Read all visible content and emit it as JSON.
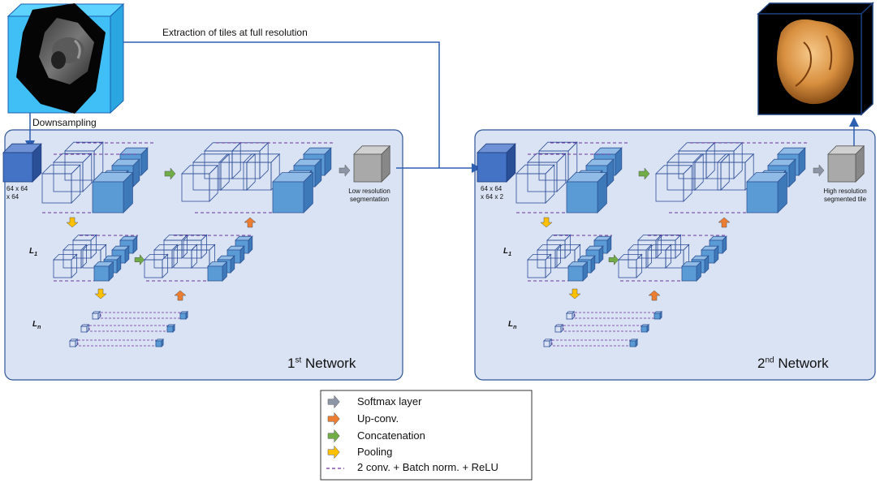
{
  "labels": {
    "extraction": "Extraction of tiles at full resolution",
    "downsampling": "Downsampling"
  },
  "networks": [
    {
      "sup": "st",
      "title": "Network",
      "ordinal": "1",
      "input_label": [
        "64 x 64",
        "x 64"
      ],
      "output_label": [
        "Low resolution",
        "segmentation"
      ],
      "level1": "L",
      "level1_sub": "1",
      "leveln": "L",
      "leveln_sub": "n"
    },
    {
      "sup": "nd",
      "title": "Network",
      "ordinal": "2",
      "input_label": [
        "64 x 64",
        "x 64 x 2"
      ],
      "output_label": [
        "High resolution",
        "segmented tile"
      ],
      "level1": "L",
      "level1_sub": "1",
      "leveln": "L",
      "leveln_sub": "n"
    }
  ],
  "legend": [
    {
      "label": "Softmax layer",
      "color": "#8c96a6",
      "icon": "arrow-gray-icon"
    },
    {
      "label": "Up-conv.",
      "color": "#ed7d31",
      "icon": "arrow-orange-icon"
    },
    {
      "label": "Concatenation",
      "color": "#70ad47",
      "icon": "arrow-green-icon"
    },
    {
      "label": "Pooling",
      "color": "#ffc000",
      "icon": "arrow-yellow-icon"
    },
    {
      "label": "2 conv. +  Batch norm. + ReLU",
      "color": "#7030a0",
      "icon": "dashed-line-icon"
    }
  ],
  "colors": {
    "panel_fill": "#dae3f3",
    "panel_stroke": "#2f5597",
    "cube_blue": "#5b9bd5",
    "cube_dark": "#4472c4",
    "connector": "#2e5fb0"
  }
}
